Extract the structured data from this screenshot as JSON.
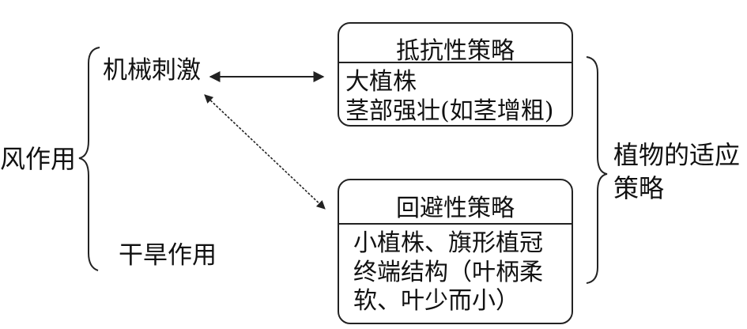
{
  "left_group": {
    "label": "风作用",
    "items": [
      "机械刺激",
      "干旱作用"
    ]
  },
  "resist_box": {
    "title": "抵抗性策略",
    "lines": [
      "大植株",
      "茎部强壮(如茎增粗)"
    ]
  },
  "avoid_box": {
    "title": "回避性策略",
    "lines": [
      "小植株、旗形植冠",
      "终端结构（叶柄柔",
      "软、叶少而小）"
    ]
  },
  "right_group": {
    "label_lines": [
      "植物的适应",
      "策略"
    ]
  },
  "colors": {
    "ink": "#222222",
    "background": "#ffffff"
  }
}
